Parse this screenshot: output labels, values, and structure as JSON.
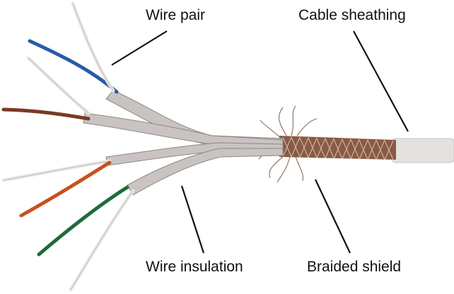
{
  "labels": {
    "wire_pair": "Wire pair",
    "cable_sheathing": "Cable sheathing",
    "wire_insulation": "Wire insulation",
    "braided_shield": "Braided shield"
  },
  "colors": {
    "background": "#ffffff",
    "label_text": "#111111",
    "leader_line": "#111111",
    "sheath": "#e4e2df",
    "braid": "#8a5a42",
    "foil": "#c9c4c2",
    "wire_blue": "#2a5aa8",
    "wire_white": "#ece9e6",
    "wire_brown": "#7a3a24",
    "wire_orange": "#c8501e",
    "wire_green": "#1f6b3a"
  }
}
